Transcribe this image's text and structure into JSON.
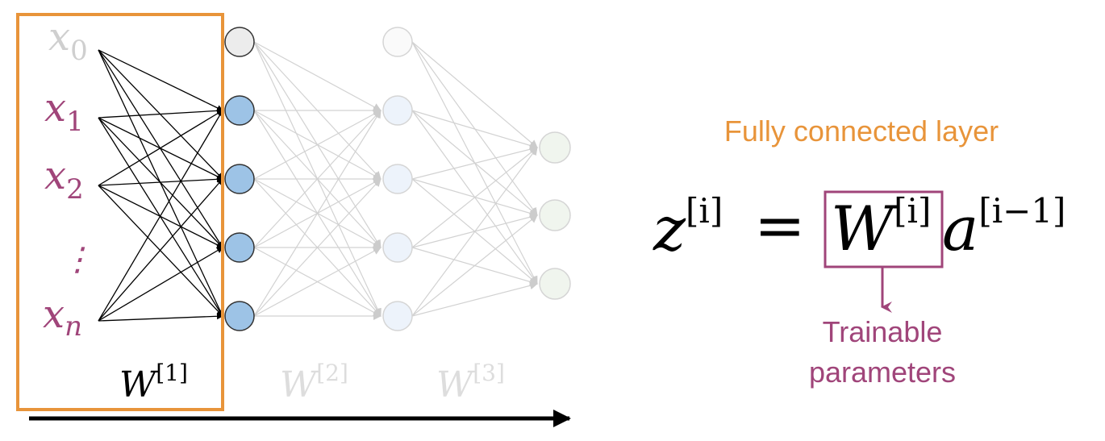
{
  "network": {
    "inputs": [
      {
        "base": "x",
        "sub": "0"
      },
      {
        "base": "x",
        "sub": "1"
      },
      {
        "base": "x",
        "sub": "2"
      },
      {
        "base": "x",
        "sub": "n"
      }
    ],
    "ellipsis": "⋮",
    "weight_labels": [
      {
        "base": "W",
        "sup": "[1]"
      },
      {
        "base": "W",
        "sup": "[2]"
      },
      {
        "base": "W",
        "sup": "[3]"
      }
    ]
  },
  "equation": {
    "title": "Fully connected layer",
    "lhs_base": "z",
    "lhs_sup": "[i]",
    "equals": "=",
    "w_base": "W",
    "w_sup": "[i]",
    "a_base": "a",
    "a_sup": "[i−1]",
    "annotation_line1": "Trainable",
    "annotation_line2": "parameters"
  },
  "colors": {
    "orange": "#e8943a",
    "magenta": "#a0457a",
    "faded_input": "#cfcfcf",
    "faded_label": "#dddddd",
    "hidden1_fill": "#9dc3e6",
    "hidden2_fill": "#edf3fb",
    "output_fill": "#f0f5ee",
    "bias_fill": "#ececec"
  }
}
